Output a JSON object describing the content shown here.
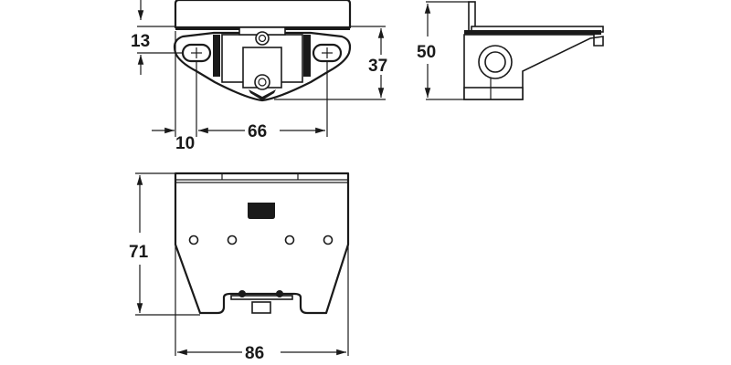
{
  "drawing": {
    "views": {
      "top": {
        "dimensions": {
          "height_offset": "13",
          "depth": "37",
          "edge_offset": "10",
          "hole_spacing": "66"
        }
      },
      "side": {
        "dimensions": {
          "height": "50"
        }
      },
      "front": {
        "dimensions": {
          "height": "71",
          "width": "86"
        }
      }
    },
    "colors": {
      "line": "#1a1a1a",
      "background": "#ffffff"
    }
  }
}
